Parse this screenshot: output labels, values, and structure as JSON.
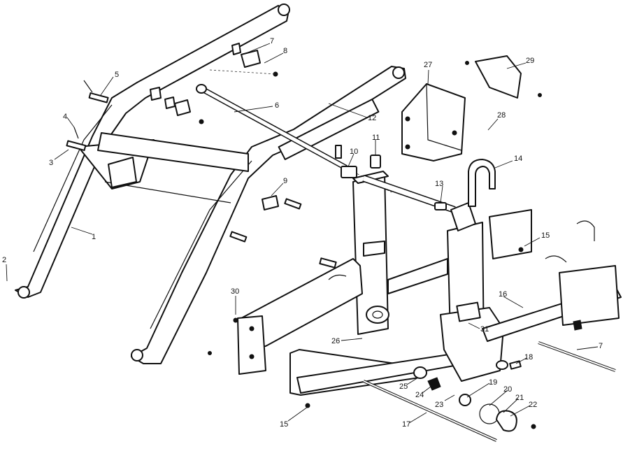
{
  "callouts": [
    "1",
    "2",
    "3",
    "4",
    "5",
    "6",
    "7",
    "8",
    "9",
    "10",
    "11",
    "12",
    "13",
    "14",
    "15",
    "16",
    "7",
    "18",
    "19",
    "20",
    "21",
    "22",
    "23",
    "24",
    "25",
    "26",
    "27",
    "28",
    "29",
    "30",
    "31",
    "15",
    "17"
  ]
}
